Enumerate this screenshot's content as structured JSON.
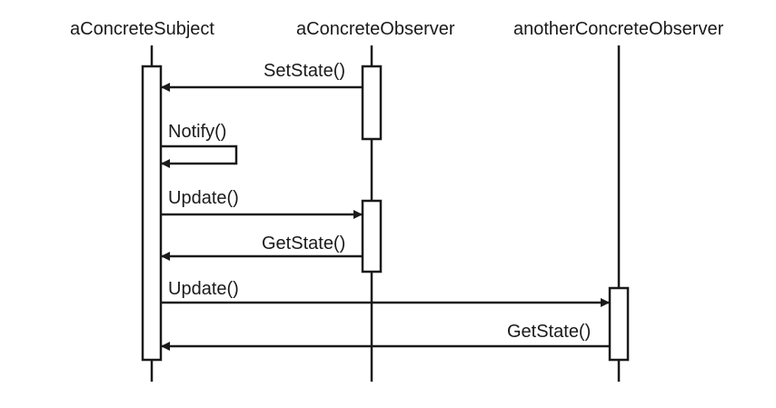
{
  "participants": [
    {
      "name": "aConcreteSubject"
    },
    {
      "name": "aConcreteObserver"
    },
    {
      "name": "anotherConcreteObserver"
    }
  ],
  "messages": [
    {
      "label": "SetState()"
    },
    {
      "label": "Notify()"
    },
    {
      "label": "Update()"
    },
    {
      "label": "GetState()"
    },
    {
      "label": "Update()"
    },
    {
      "label": "GetState()"
    }
  ],
  "colors": {
    "ink": "#1a1a1a",
    "background": "#ffffff"
  }
}
